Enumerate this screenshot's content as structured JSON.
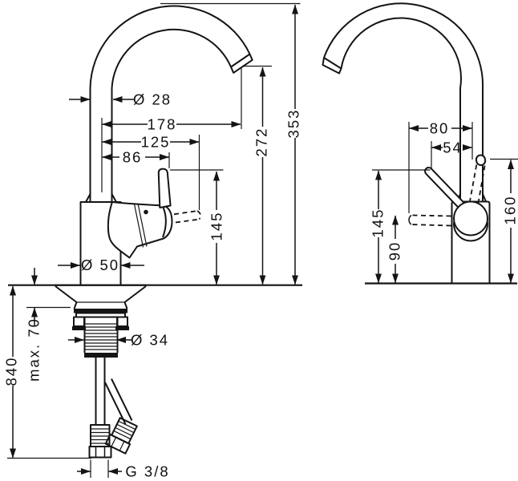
{
  "drawing": {
    "kind": "technical-dimension-drawing",
    "colors": {
      "background": "#ffffff",
      "line": "#141414"
    },
    "front_view": {
      "spout_diameter": "Ø 28",
      "spout_reach": "178",
      "swivel_reach": "125",
      "lever_reach": "86",
      "outlet_height": "272",
      "overall_height": "353",
      "lever_height": "145",
      "body_diameter": "Ø 50",
      "mounting_thickness": "max. 70",
      "shank_diameter": "Ø 34",
      "hose_length": "840",
      "connection_thread": "G 3/8"
    },
    "side_view": {
      "lever_swing": "80",
      "lever_offset": "54",
      "lever_height": "145",
      "lever_low_height": "90",
      "lever_up_height": "160"
    }
  }
}
